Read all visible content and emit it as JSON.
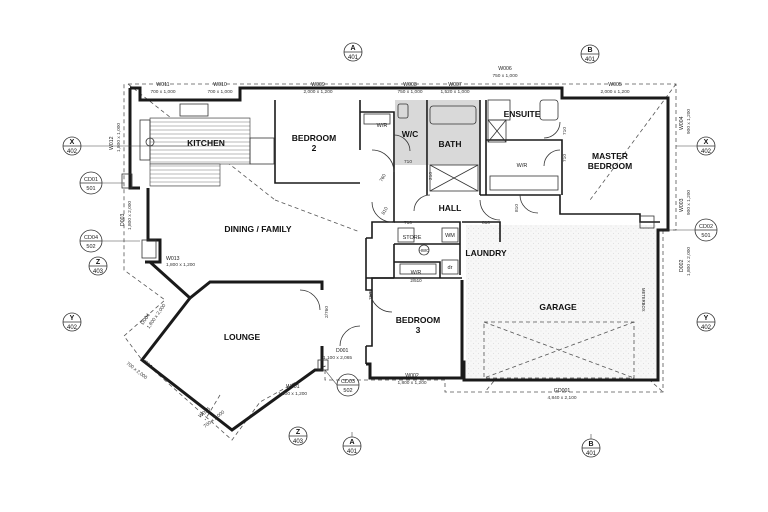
{
  "rooms": {
    "kitchen": "KITCHEN",
    "bedroom2_line1": "BEDROOM",
    "bedroom2_line2": "2",
    "wir1": "W/R",
    "wc": "W/C",
    "bath": "BATH",
    "ensuite": "ENSUITE",
    "wir2": "W/R",
    "master_line1": "MASTER",
    "master_line2": "BEDROOM",
    "dining": "DINING / FAMILY",
    "hall": "HALL",
    "store": "STORE",
    "hwc": "HWC",
    "wm": "WM",
    "dr": "dr",
    "laundry": "LAUNDRY",
    "wir3": "W/R",
    "wir3_size": "2/510",
    "bedroom3_line1": "BEDROOM",
    "bedroom3_line2": "3",
    "garage": "GARAGE",
    "lounge": "LOUNGE",
    "meterbox": "METERBOX"
  },
  "windows_top": [
    {
      "code": "W011",
      "size": "700 x 1,000"
    },
    {
      "code": "W010",
      "size": "700 x 1,000"
    },
    {
      "code": "W009",
      "size": "2,000 x 1,200"
    },
    {
      "code": "W008",
      "size": "750 x 1,000"
    },
    {
      "code": "W007",
      "size": "1,520 x 1,000"
    },
    {
      "code": "W006",
      "size": "750 x 1,000"
    },
    {
      "code": "W005",
      "size": "2,000 x 1,200"
    }
  ],
  "windows_side": {
    "w012": {
      "code": "W012",
      "size": "1,800 x 1,000"
    },
    "d003": {
      "code": "D003",
      "size": "1,800 x 2,000"
    },
    "w013": {
      "code": "W013",
      "size": "1,800 x 1,200"
    },
    "d004": {
      "code": "D004",
      "size": "1,800 x 2,000"
    },
    "w014": {
      "code": "W014",
      "size": "700 x 2,000"
    },
    "w015": {
      "code": "W015",
      "size": "700 x 2,000"
    },
    "w001": {
      "code": "W001",
      "size": "1,800 x 1,200"
    },
    "d001": {
      "code": "D001",
      "size": "1,100 x 2,065"
    },
    "w002": {
      "code": "W002",
      "size": "1,800 x 1,200"
    },
    "gd001": {
      "code": "GD001",
      "size": "4,840 x 2,100"
    },
    "d002": {
      "code": "D002",
      "size": "1,800 x 2,000"
    },
    "w003": {
      "code": "W003",
      "size": "900 x 1,200"
    },
    "w004": {
      "code": "W004",
      "size": "900 x 1,200"
    }
  },
  "door_sizes": {
    "d710a": "710",
    "d710b": "710",
    "d710c": "710",
    "d710d": "710",
    "d760a": "760",
    "d760b": "760",
    "d810a": "810",
    "d810b": "810",
    "d810c": "810",
    "d2810": "2/810",
    "d2760": "2/760",
    "d210": "210"
  },
  "markers": {
    "a_top": {
      "letter": "A",
      "num": "401"
    },
    "b_top": {
      "letter": "B",
      "num": "401"
    },
    "x_left": {
      "letter": "X",
      "num": "402"
    },
    "x_right": {
      "letter": "X",
      "num": "402"
    },
    "y_left": {
      "letter": "Y",
      "num": "402"
    },
    "y_right": {
      "letter": "Y",
      "num": "402"
    },
    "z_left": {
      "letter": "Z",
      "num": "403"
    },
    "z_bottom": {
      "letter": "Z",
      "num": "403"
    },
    "a_bottom": {
      "letter": "A",
      "num": "401"
    },
    "b_bottom": {
      "letter": "B",
      "num": "401"
    }
  },
  "details": {
    "cd01": {
      "code": "CD01",
      "num": "501"
    },
    "cd02": {
      "code": "CD02",
      "num": "501"
    },
    "cd03": {
      "code": "CD03",
      "num": "502"
    },
    "cd04": {
      "code": "CD04",
      "num": "502"
    }
  }
}
